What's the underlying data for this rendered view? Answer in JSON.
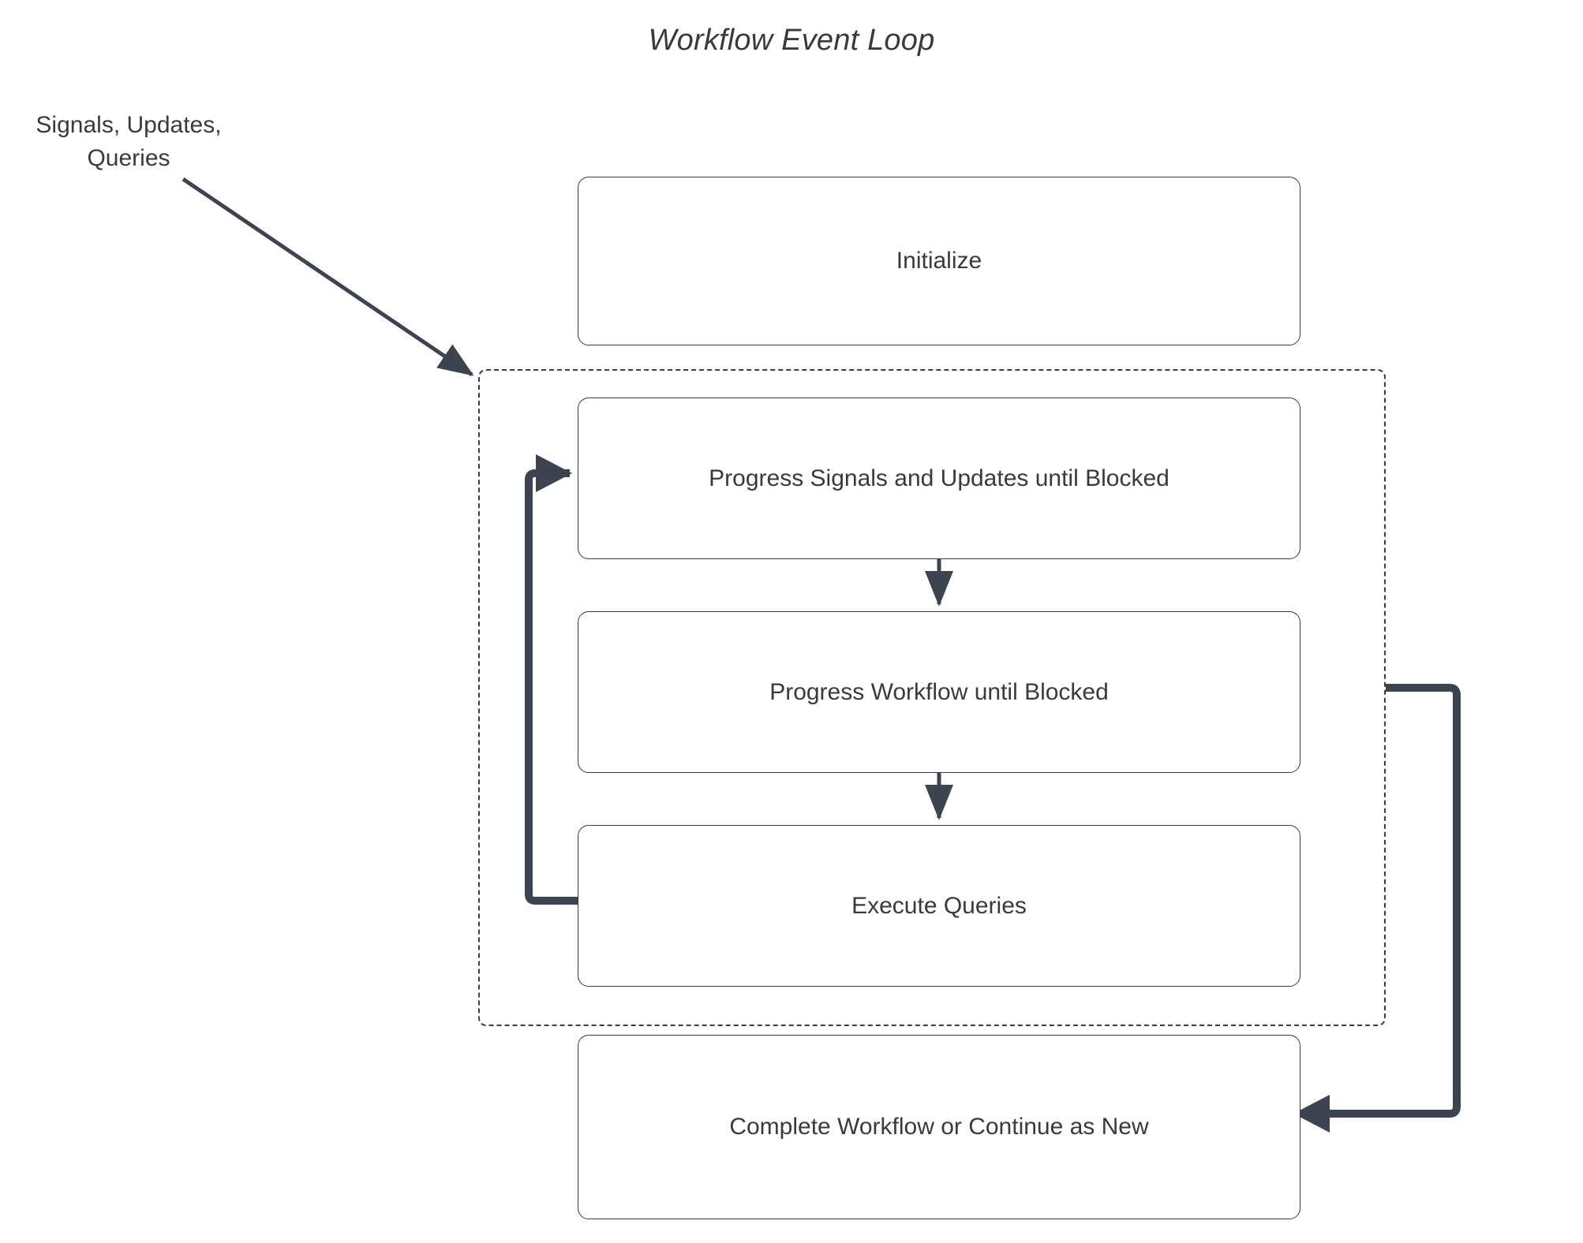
{
  "diagram": {
    "title": "Workflow Event Loop",
    "type": "flowchart",
    "background_color": "#ffffff",
    "line_color": "#3d4451",
    "text_color": "#3a3a3a"
  },
  "annotations": {
    "inbound_source": "Signals, Updates,\nQueries"
  },
  "nodes": {
    "initialize": "Initialize",
    "progress_signals": "Progress Signals and Updates until Blocked",
    "progress_workflow": "Progress Workflow until Blocked",
    "execute_queries": "Execute Queries",
    "complete_workflow": "Complete Workflow or Continue as New"
  },
  "container": {
    "label": "event-loop-dashed-region",
    "style": "dashed"
  },
  "edges": [
    {
      "from": "Signals, Updates, Queries",
      "to": "event loop region",
      "style": "solid-arrow-diagonal"
    },
    {
      "from": "Progress Signals and Updates until Blocked",
      "to": "Progress Workflow until Blocked",
      "style": "solid-arrow-down"
    },
    {
      "from": "Progress Workflow until Blocked",
      "to": "Execute Queries",
      "style": "solid-arrow-down"
    },
    {
      "from": "Execute Queries",
      "to": "Progress Signals and Updates until Blocked",
      "style": "thick-loop-back-left"
    },
    {
      "from": "event loop region",
      "to": "Complete Workflow or Continue as New",
      "style": "thick-loop-right"
    }
  ]
}
